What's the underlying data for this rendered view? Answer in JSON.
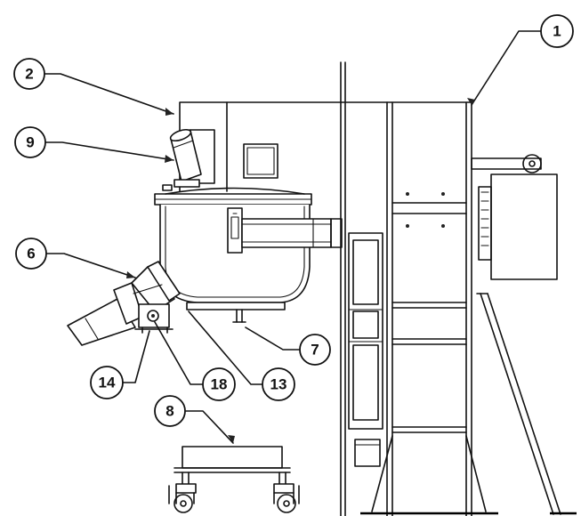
{
  "callouts": [
    {
      "id": "c1",
      "label": "1"
    },
    {
      "id": "c2",
      "label": "2"
    },
    {
      "id": "c9",
      "label": "9"
    },
    {
      "id": "c6",
      "label": "6"
    },
    {
      "id": "c7",
      "label": "7"
    },
    {
      "id": "c14",
      "label": "14"
    },
    {
      "id": "c18",
      "label": "18"
    },
    {
      "id": "c13",
      "label": "13"
    },
    {
      "id": "c8",
      "label": "8"
    }
  ]
}
